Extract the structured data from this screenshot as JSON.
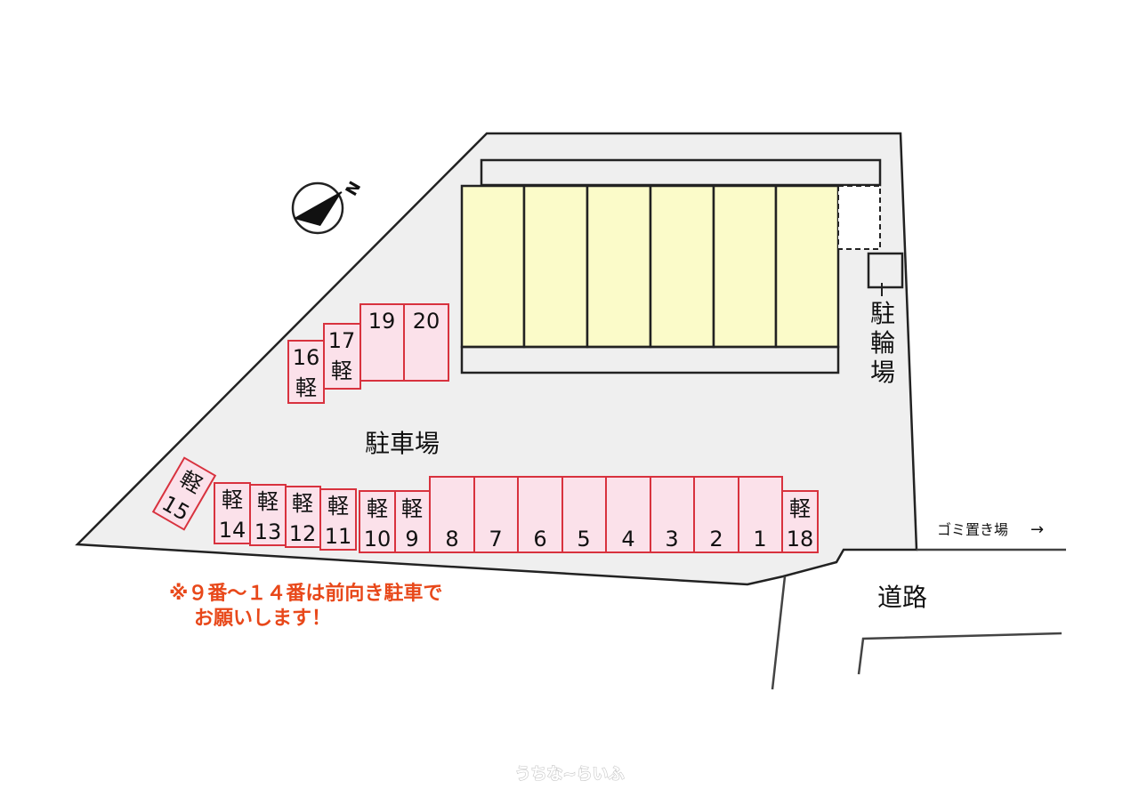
{
  "labels": {
    "parking_area": "駐車場",
    "bicycle_parking": [
      "駐",
      "輪",
      "場"
    ],
    "garbage": "ゴミ置き場",
    "garbage_arrow": "→",
    "road": "道路",
    "north": "N",
    "kei": "軽"
  },
  "notes": {
    "line1": "※９番～１４番は前向き駐車で",
    "line2": "お願いします！"
  },
  "watermark": "うちな~らいふ",
  "spaces": {
    "bottom_row_regular": [
      "8",
      "7",
      "6",
      "5",
      "4",
      "3",
      "2",
      "1"
    ],
    "bottom_row_kei": [
      "10",
      "9"
    ],
    "bottom_row_kei_low": [
      "14",
      "13",
      "12",
      "11"
    ],
    "right_kei": "18",
    "diag_kei": "15",
    "top_regular": [
      "19",
      "20"
    ],
    "top_kei_17": "17",
    "top_kei_16": "16"
  },
  "colors": {
    "slot_fill": "#fbe1ea",
    "slot_stroke": "#d8323e",
    "building_fill": "#fbfbc9",
    "lot_fill": "#efefef",
    "note": "#e8481a"
  }
}
